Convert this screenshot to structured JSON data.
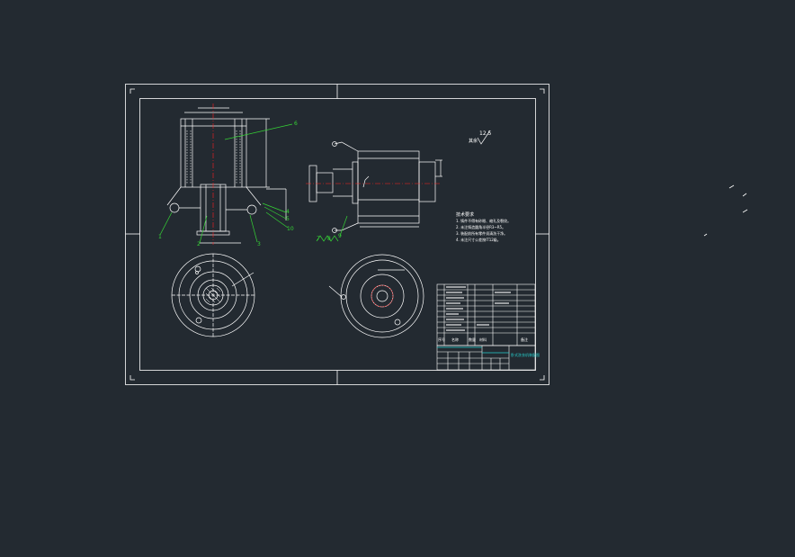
{
  "drawing": {
    "surface_finish": "12.5",
    "surface_finish_prefix": "其余",
    "notes_title": "技术要求",
    "notes": [
      "1. 铸件不得有砂眼、缩孔及裂纹。",
      "2. 未注铸造圆角半径R3~R5。",
      "3. 装配前所有零件须清洗干净。",
      "4. 未注尺寸公差按IT12级。"
    ],
    "part_numbers": [
      "1",
      "2",
      "3",
      "4",
      "5",
      "6",
      "7",
      "8",
      "9",
      "10"
    ],
    "title_block_name": "卧式洗衣机装配图",
    "table_headers": [
      "序号",
      "名称",
      "数量",
      "材料",
      "备注"
    ]
  },
  "colors": {
    "background": "#232a31",
    "line": "#ffffff",
    "centerline": "#ff2020",
    "leader": "#35d435",
    "title_accent": "#26d0ce"
  }
}
